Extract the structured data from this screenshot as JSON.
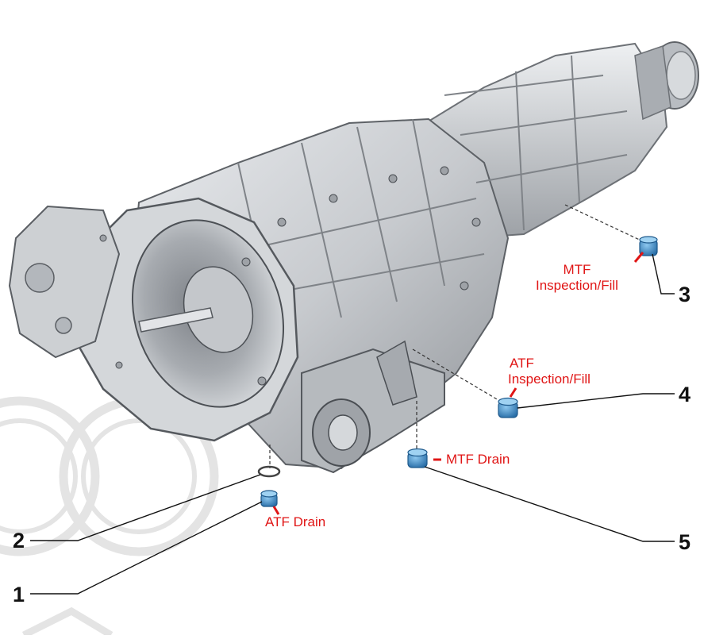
{
  "callouts": [
    {
      "number": "1",
      "label": "ATF Drain"
    },
    {
      "number": "2",
      "label": ""
    },
    {
      "number": "3",
      "label_lines": [
        "MTF",
        "Inspection/Fill"
      ]
    },
    {
      "number": "4",
      "label_lines": [
        "ATF",
        "Inspection/Fill"
      ]
    },
    {
      "number": "5",
      "label": "MTF Drain"
    }
  ],
  "colors": {
    "label_red": "#e01515",
    "callout_line": "#111111",
    "plug_blue": "#3d8fd0",
    "housing_grey": "#c9ccd0",
    "watermark_grey": "#e3e3e3"
  },
  "icons": [
    "transmission-illustration",
    "drain-plug-icon",
    "seal-ring-icon",
    "watermark-logo"
  ]
}
